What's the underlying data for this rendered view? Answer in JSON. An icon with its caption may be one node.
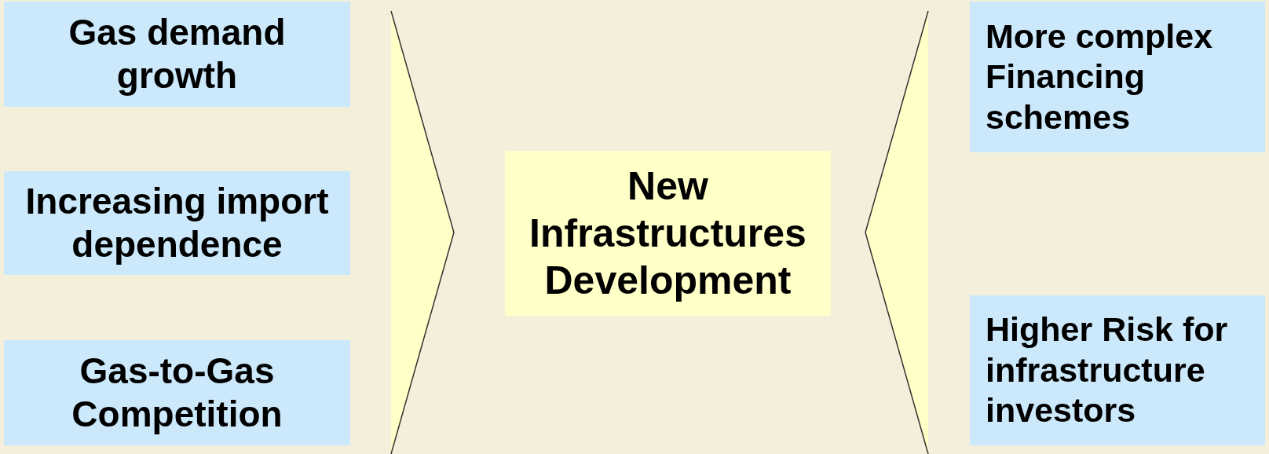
{
  "diagram": {
    "nodes": [
      {
        "text": [
          "Gas demand growth"
        ]
      },
      {
        "text": [
          "Increasing import dependence"
        ]
      },
      {
        "text": [
          "Gas-to-Gas Competition"
        ]
      },
      {
        "text": [],
        "shape": "triangle"
      },
      {
        "text": [
          "New Infrastructures Development"
        ]
      },
      {
        "text": [],
        "shape": "triangle"
      },
      {
        "text": [
          "More complex Financing schemes"
        ]
      },
      {
        "text": [
          "Higher Risk for infrastructure investors"
        ]
      }
    ]
  }
}
